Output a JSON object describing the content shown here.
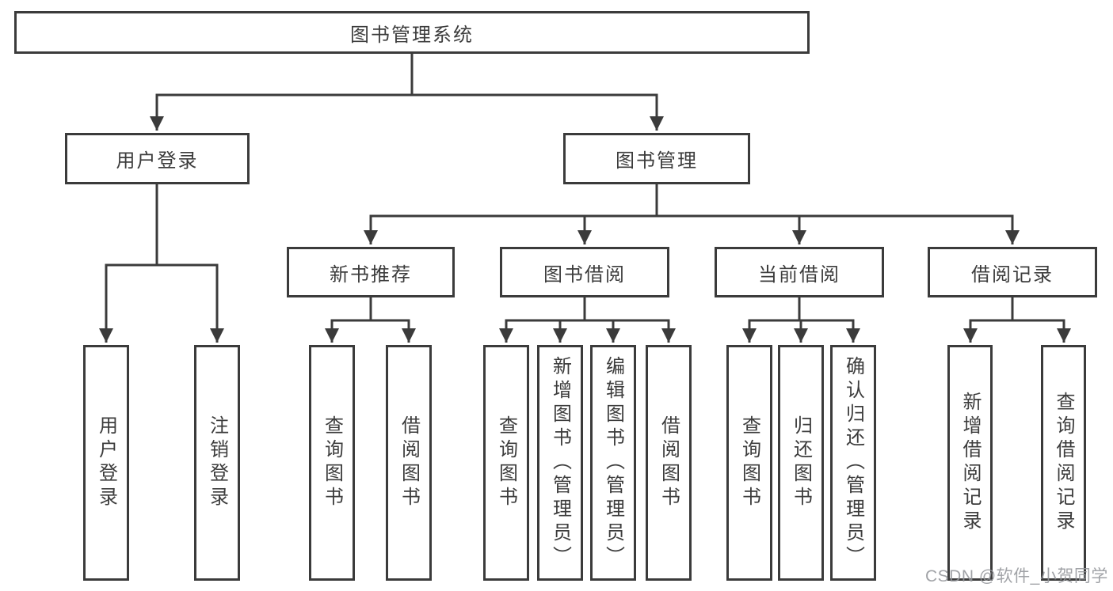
{
  "tree": {
    "root": "图书管理系统",
    "children": [
      {
        "label": "用户登录",
        "children": [
          "用户登录",
          "注销登录"
        ]
      },
      {
        "label": "图书管理",
        "children": [
          {
            "label": "新书推荐",
            "children": [
              "查询图书",
              "借阅图书"
            ]
          },
          {
            "label": "图书借阅",
            "children": [
              "查询图书",
              "新增图书（管理员）",
              "编辑图书（管理员）",
              "借阅图书"
            ]
          },
          {
            "label": "当前借阅",
            "children": [
              "查询图书",
              "归还图书",
              "确认归还（管理员）"
            ]
          },
          {
            "label": "借阅记录",
            "children": [
              "新增借阅记录",
              "查询借阅记录"
            ]
          }
        ]
      }
    ]
  },
  "watermark": {
    "text": "CSDN @软件_小贺同学"
  },
  "colors": {
    "line": "#3b3b3b",
    "box_border": "#3b3b3b",
    "box_fill": "#ffffff",
    "text": "#3c3c3c",
    "watermark": "#94969b",
    "background": "#ffffff"
  }
}
